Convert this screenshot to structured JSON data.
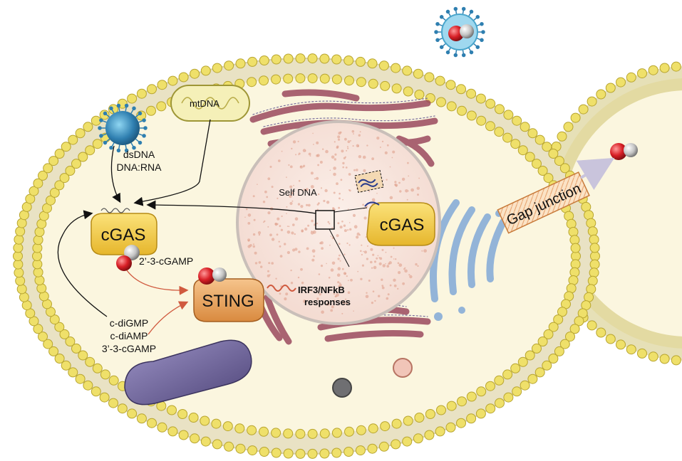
{
  "labels": {
    "mtdna": "mtDNA",
    "dsdna": "dsDNA",
    "dna_rna": "DNA:RNA",
    "cgas_cytosol": "cGAS",
    "cgas_nucleus": "cGAS",
    "self_dna": "Self DNA",
    "cgamp_23": "2’-3-cGAMP",
    "sting": "STING",
    "irf3": "IRF3/NFkB",
    "responses": "responses",
    "cdigmp": "c-diGMP",
    "cdiamp": "c-diAMP",
    "cgamp_33": "3’-3-cGAMP",
    "gap_junction": "Gap junction"
  },
  "colors": {
    "membrane_head": "#efe06a",
    "membrane_edge": "#b8a530",
    "cytoplasm": "#fbf6df",
    "nucleus": "#f8e8df",
    "cgas": "#f3cf45",
    "sting": "#e9a35c",
    "golgi": "#93b4d8",
    "er": "#9b4a5e",
    "virus": "#2f7fb0",
    "bacterium": "#6a5f95",
    "arrow_black": "#111111",
    "arrow_red": "#d05a3f",
    "cgamp_red": "#d81f26",
    "cgamp_grey": "#b9b9b9"
  }
}
